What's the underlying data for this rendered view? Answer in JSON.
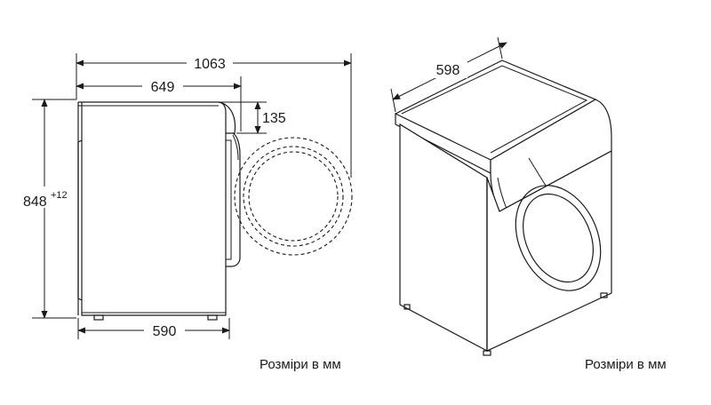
{
  "side_view": {
    "depth_total": "1063",
    "depth_with_door": "649",
    "door_offset": "135",
    "height": "848",
    "height_tolerance": "+12",
    "depth_base": "590",
    "caption": "Розміри в мм"
  },
  "perspective_view": {
    "width": "598",
    "caption": "Розміри в мм"
  }
}
